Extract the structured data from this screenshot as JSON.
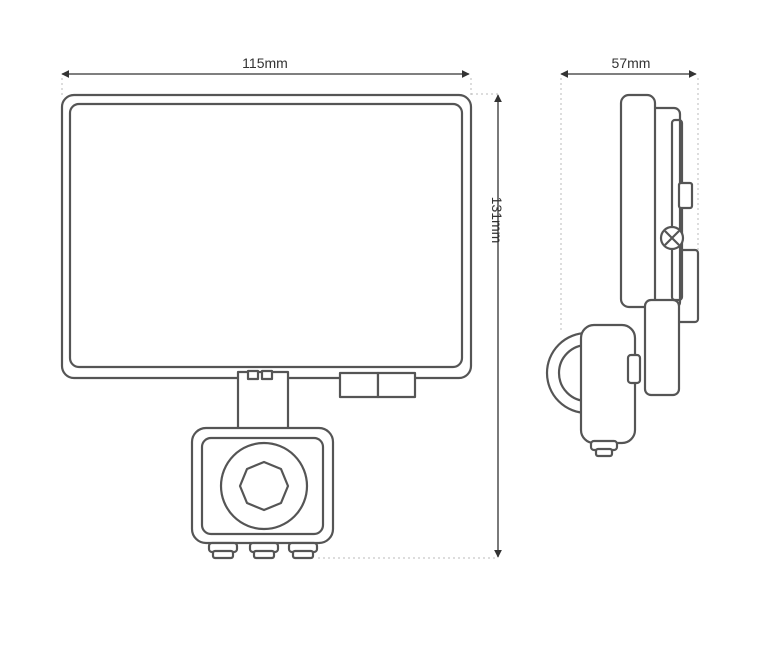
{
  "dimensions": {
    "front_width": "115mm",
    "height": "131mm",
    "side_depth": "57mm"
  },
  "colors": {
    "outline": "#555555",
    "dimension_line": "#333333",
    "guide_line": "#bbbbbb",
    "background": "#ffffff"
  }
}
